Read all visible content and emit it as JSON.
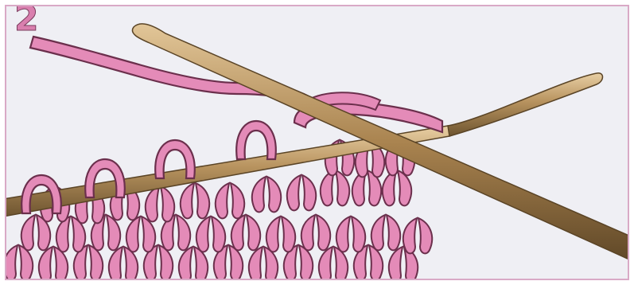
{
  "step": {
    "number": "2"
  },
  "colors": {
    "yarn": "#e48bb8",
    "yarn_outline": "#6b2f4c",
    "needle_light": "#d9b98a",
    "needle_mid": "#b08a57",
    "needle_dark": "#6e5530",
    "background": "#efeff4",
    "border": "#d9a9c6"
  },
  "icons": [
    "left-knitting-needle",
    "right-knitting-needle",
    "working-yarn",
    "knitted-fabric",
    "stitch-loops"
  ]
}
